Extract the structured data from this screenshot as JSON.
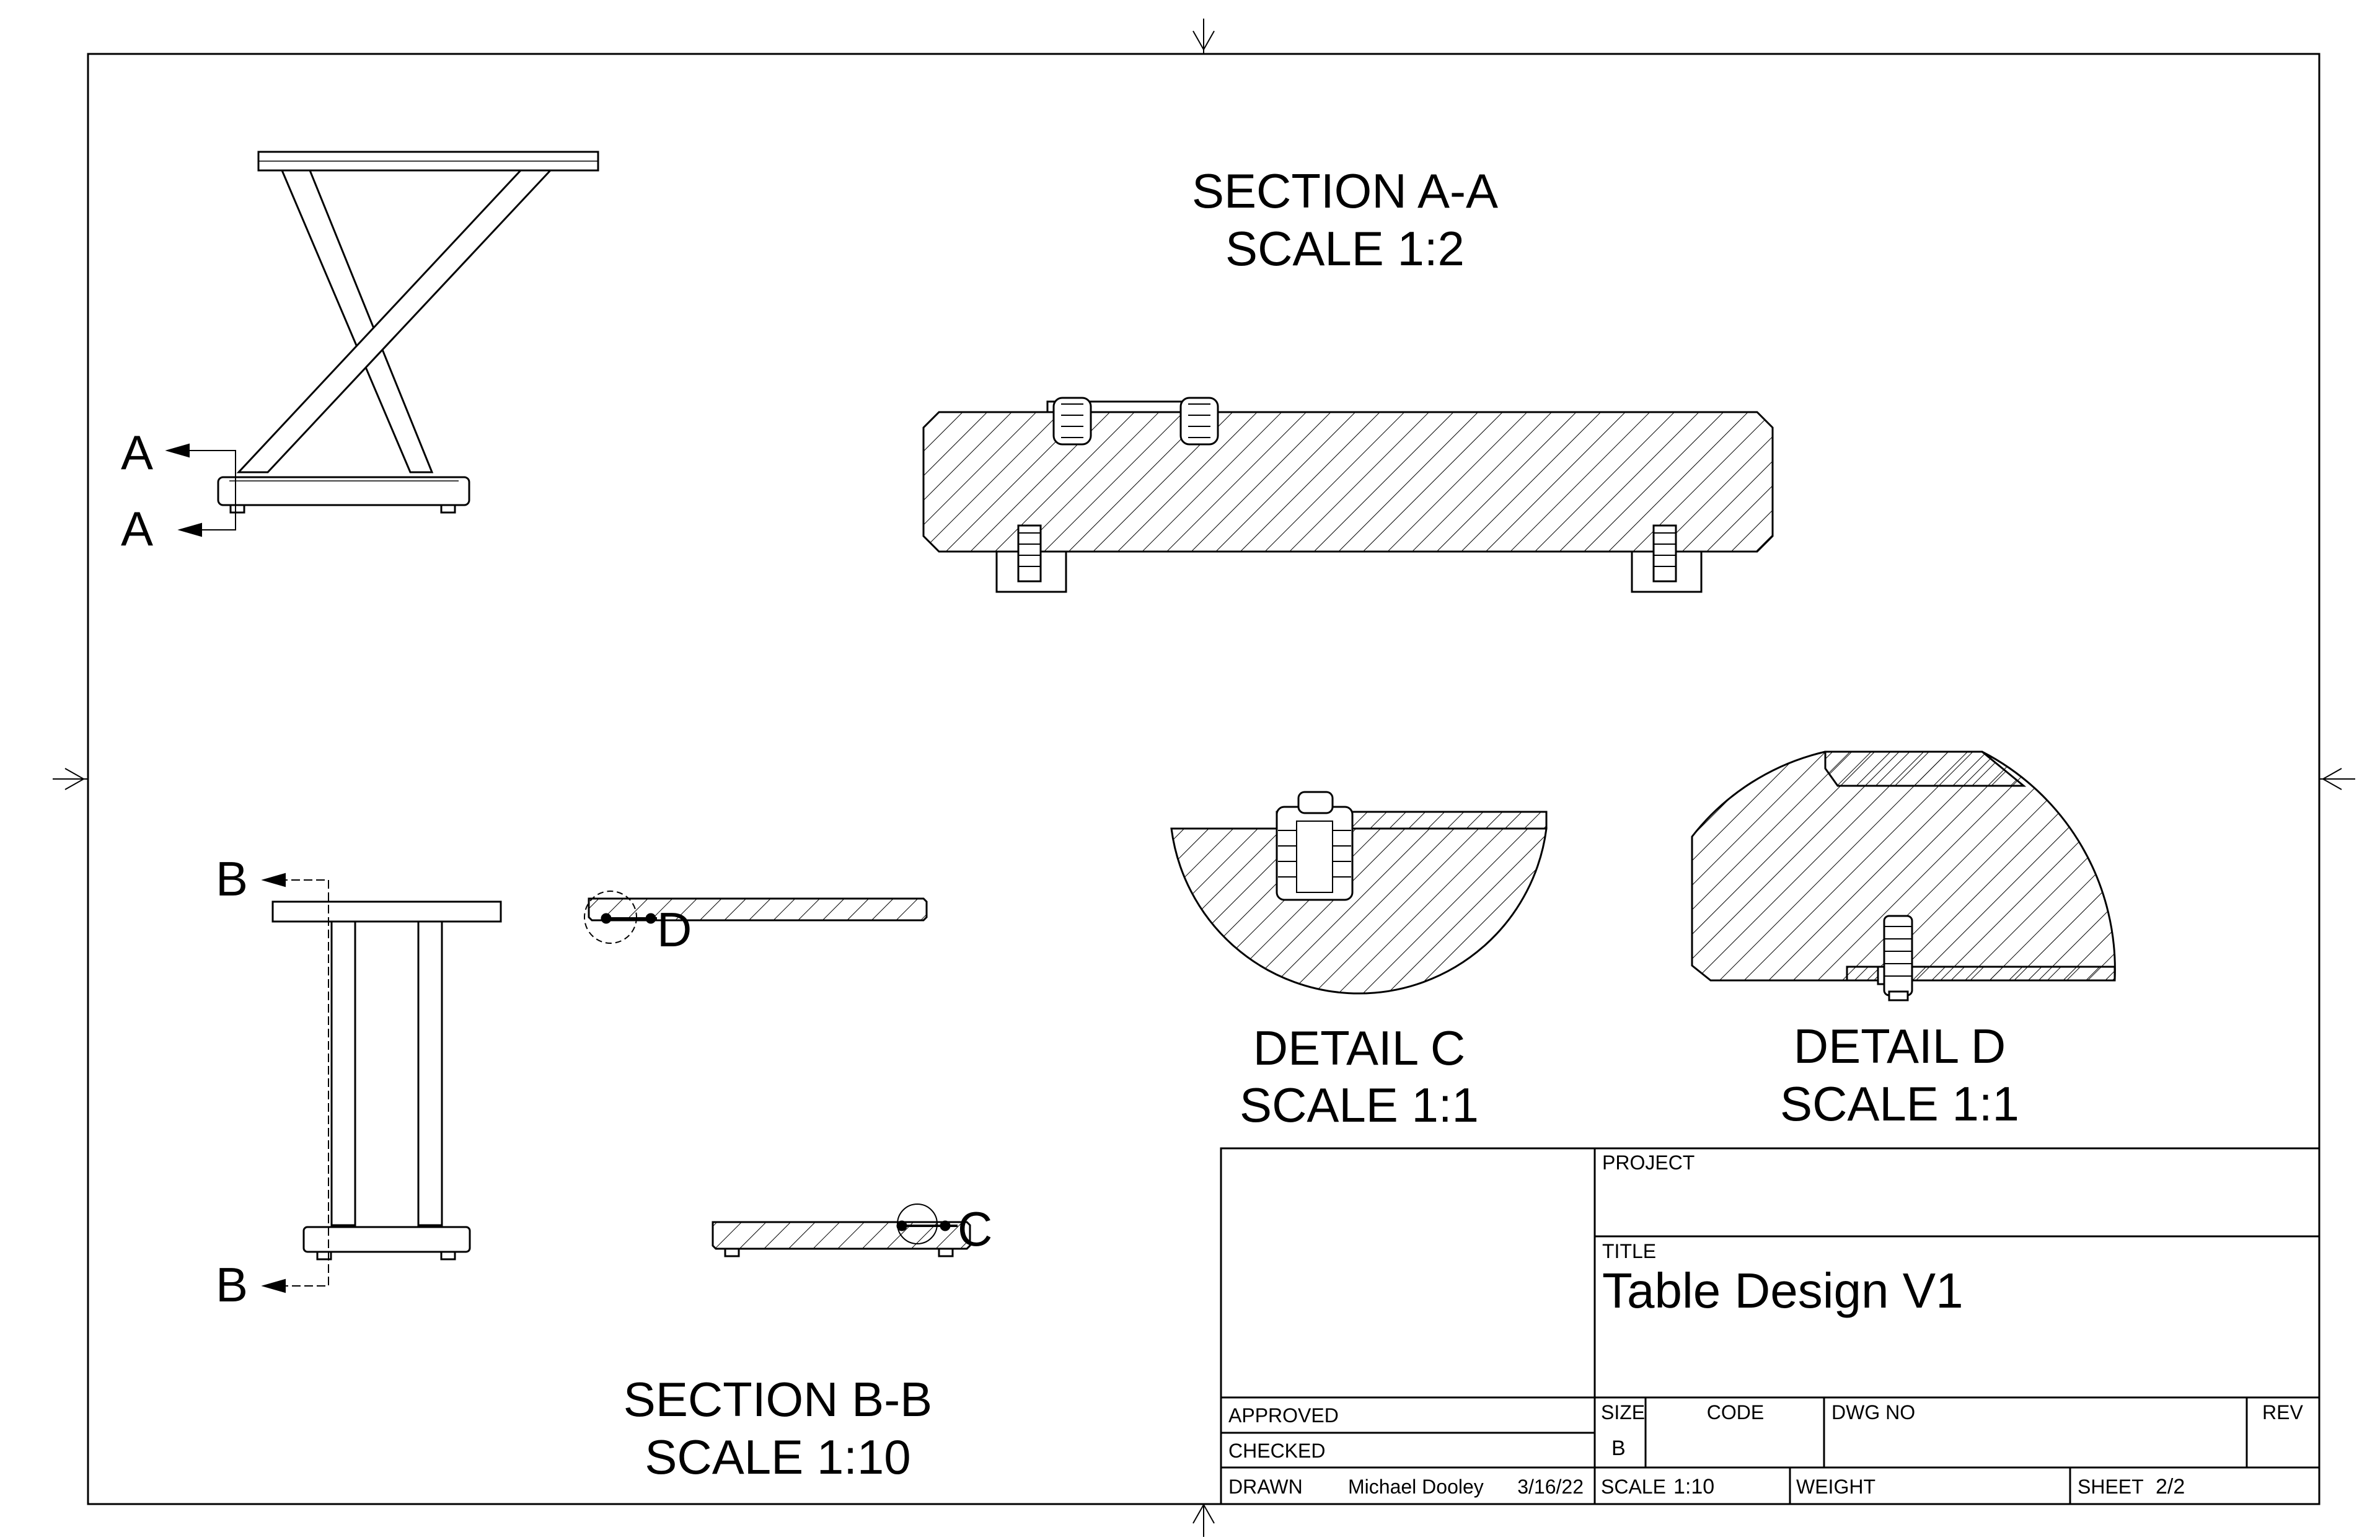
{
  "views": {
    "section_aa": {
      "title": "SECTION A-A",
      "scale": "SCALE 1:2"
    },
    "section_bb": {
      "title": "SECTION B-B",
      "scale": "SCALE 1:10"
    },
    "detail_c": {
      "title": "DETAIL C",
      "scale": "SCALE 1:1"
    },
    "detail_d": {
      "title": "DETAIL D",
      "scale": "SCALE 1:1"
    }
  },
  "section_markers": {
    "a": "A",
    "b": "B",
    "c": "C",
    "d": "D"
  },
  "title_block": {
    "project_label": "PROJECT",
    "project_value": "",
    "title_label": "TITLE",
    "title_value": "Table Design V1",
    "approved_label": "APPROVED",
    "checked_label": "CHECKED",
    "drawn_label": "DRAWN",
    "drawn_by": "Michael Dooley",
    "drawn_date": "3/16/22",
    "size_label": "SIZE",
    "size_value": "B",
    "code_label": "CODE",
    "dwg_no_label": "DWG NO",
    "rev_label": "REV",
    "scale_label": "SCALE",
    "scale_value": "1:10",
    "weight_label": "WEIGHT",
    "sheet_label": "SHEET",
    "sheet_value": "2/2"
  }
}
